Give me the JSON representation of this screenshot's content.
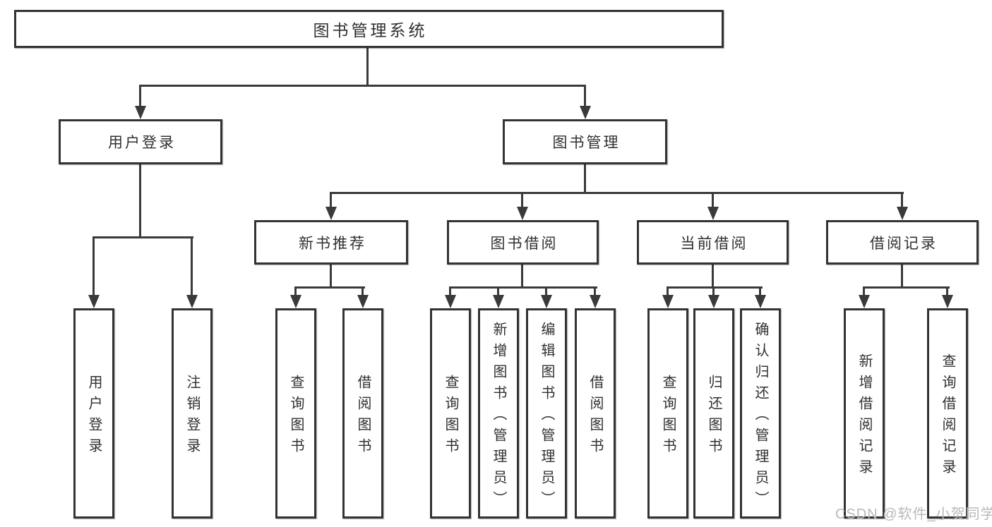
{
  "diagram_title": "图书管理系统",
  "nodes": {
    "root": {
      "label": "图书管理系统"
    },
    "level2": [
      {
        "label": "用户登录"
      },
      {
        "label": "图书管理"
      }
    ],
    "level3": [
      {
        "label": "新书推荐"
      },
      {
        "label": "图书借阅"
      },
      {
        "label": "当前借阅"
      },
      {
        "label": "借阅记录"
      }
    ],
    "leaves": [
      {
        "label": "用户登录"
      },
      {
        "label": "注销登录"
      },
      {
        "label": "查询图书"
      },
      {
        "label": "借阅图书"
      },
      {
        "label": "查询图书"
      },
      {
        "label": "新增图书（管理员）"
      },
      {
        "label": "编辑图书（管理员）"
      },
      {
        "label": "借阅图书"
      },
      {
        "label": "查询图书"
      },
      {
        "label": "归还图书"
      },
      {
        "label": "确认归还（管理员）"
      },
      {
        "label": "新增借阅记录"
      },
      {
        "label": "查询借阅记录"
      }
    ]
  },
  "watermark": {
    "text": "CSDN @软件_小贺同学"
  },
  "colors": {
    "background": "#ffffff",
    "line": "#3a3a3a",
    "box_border": "#333333",
    "text": "#303030",
    "watermark": "#b9b9be"
  }
}
